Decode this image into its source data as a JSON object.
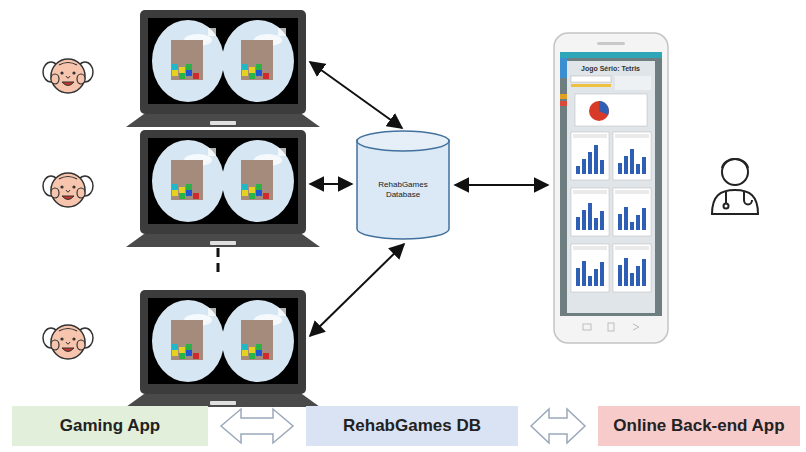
{
  "diagram": {
    "nodes": [
      {
        "text": [
          "RehabGames Database"
        ]
      },
      {
        "text": [
          "Jogo Sério: Tetris"
        ]
      },
      {
        "text": [
          "Gaming App"
        ]
      },
      {
        "text": [
          "RehabGames DB"
        ]
      },
      {
        "text": [
          "Online Back-end App"
        ]
      }
    ],
    "edges": [
      {
        "from": 0,
        "to": 1,
        "arrow": "both"
      },
      {
        "from": 2,
        "to": 3,
        "arrow": "both"
      },
      {
        "from": 3,
        "to": 4,
        "arrow": "both"
      }
    ]
  }
}
